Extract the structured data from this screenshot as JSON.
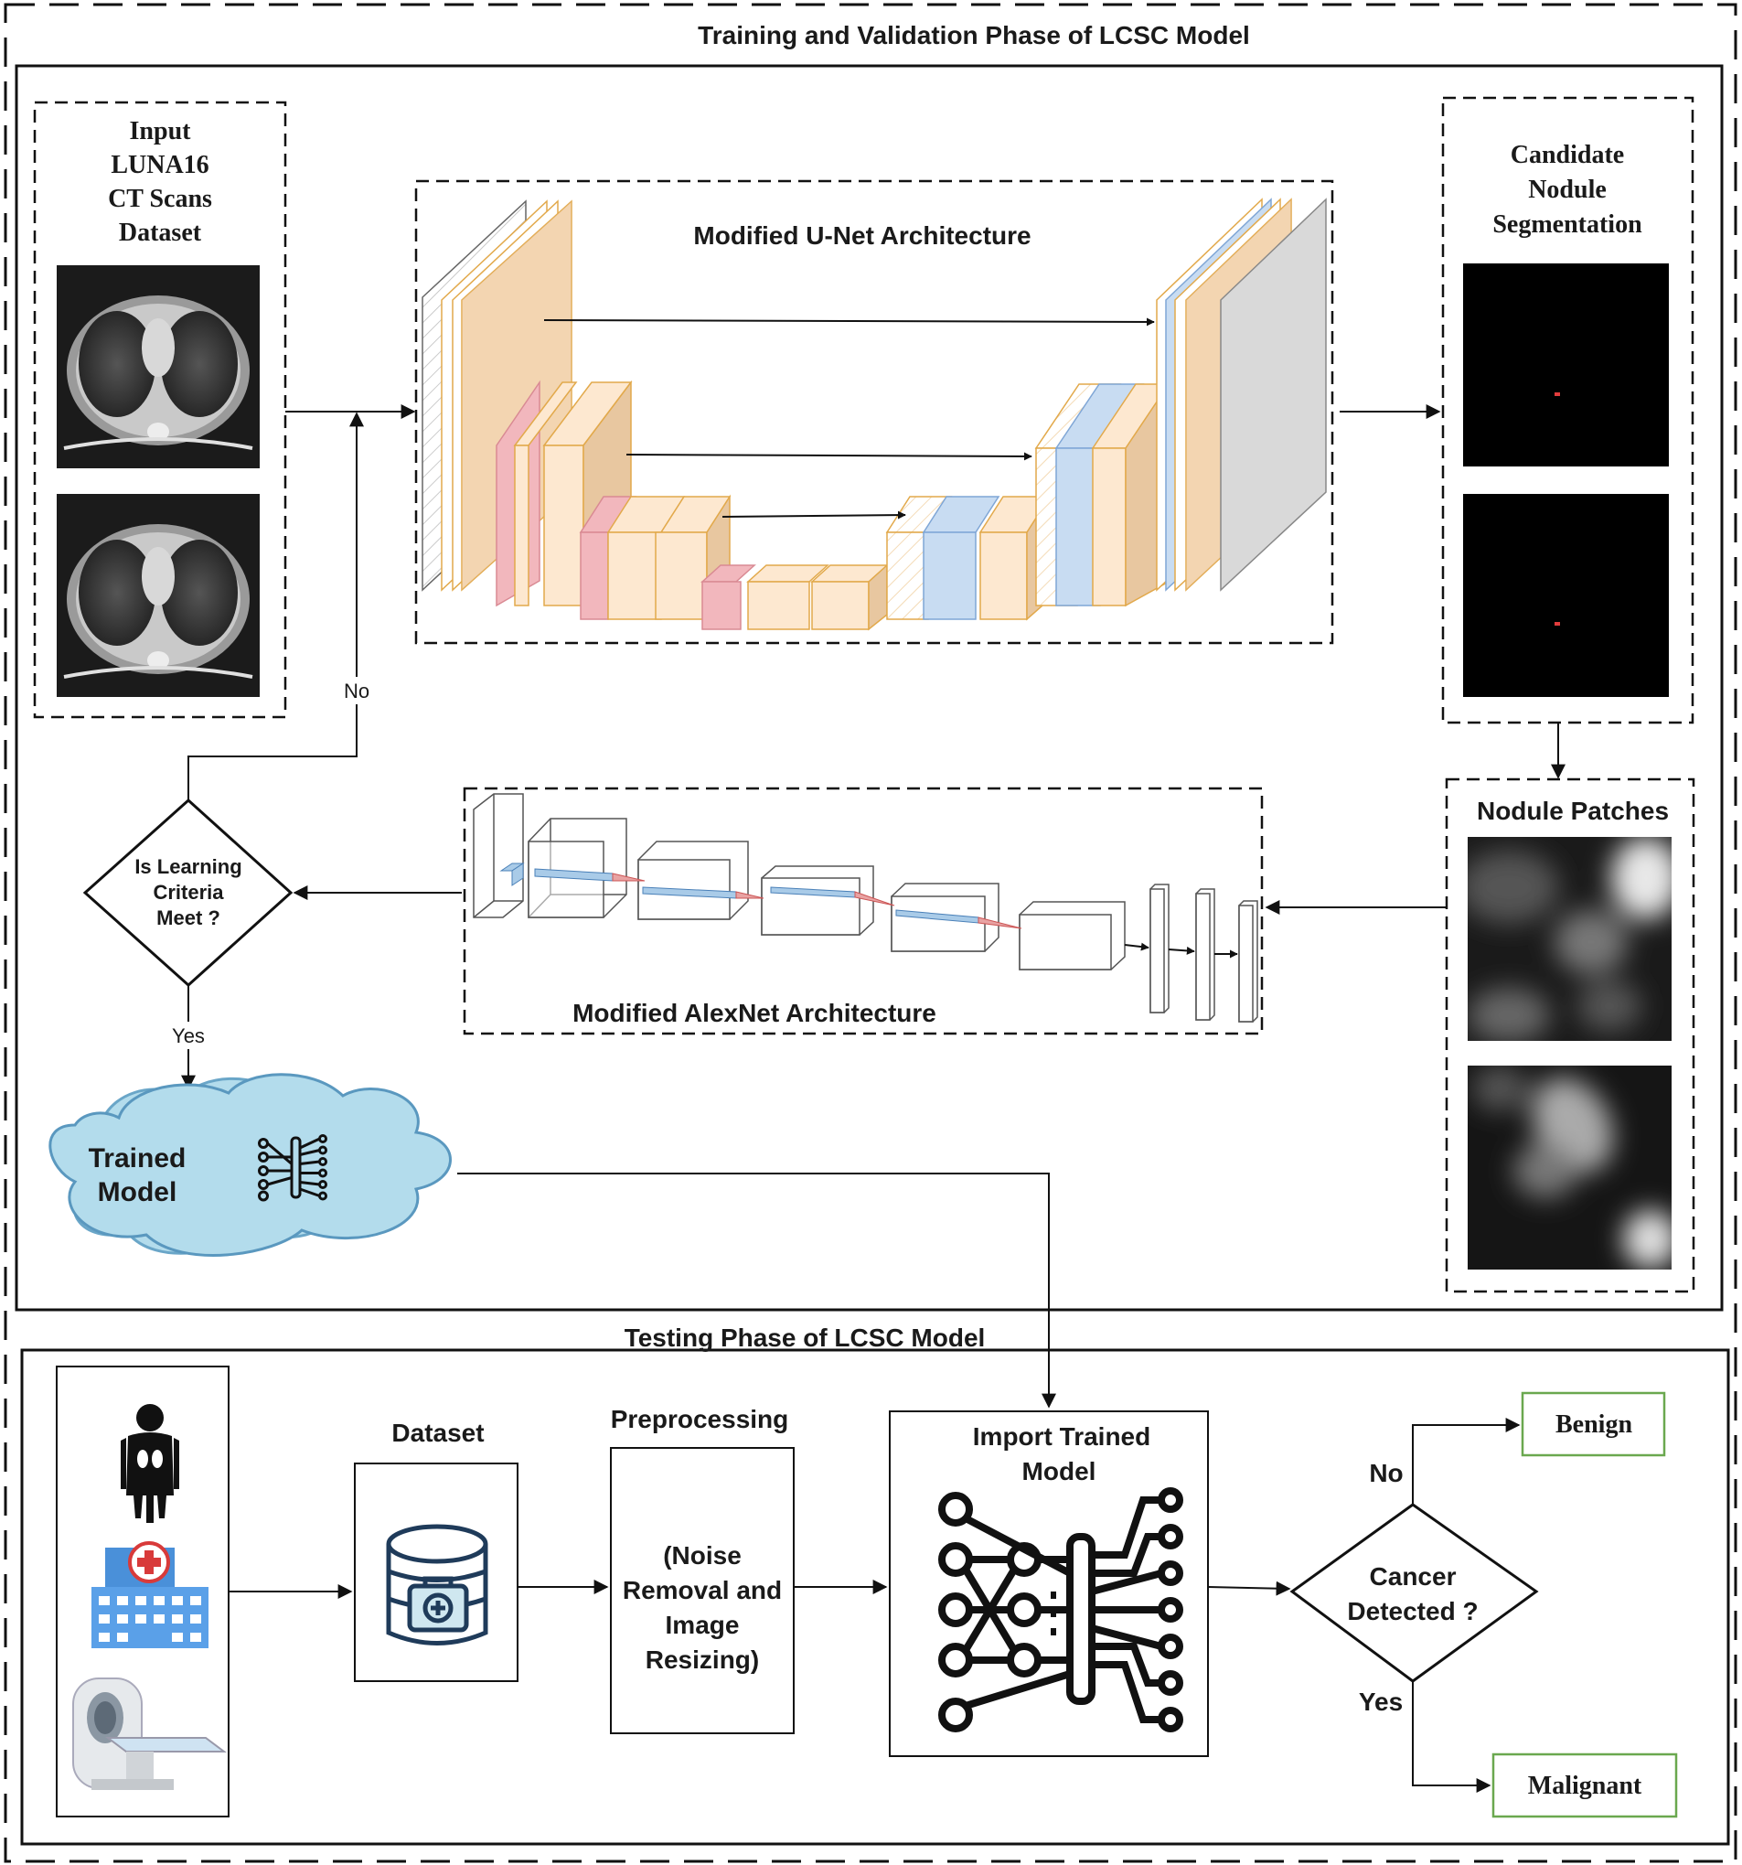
{
  "training_phase": {
    "title": "Training and Validation Phase of LCSC Model",
    "input_box": {
      "line1": "Input",
      "line2": "LUNA16",
      "line3": "CT Scans",
      "line4": "Dataset"
    },
    "unet_title": "Modified U-Net Architecture",
    "segmentation_box": {
      "line1": "Candidate",
      "line2": "Nodule",
      "line3": "Segmentation"
    },
    "patches_title": "Nodule Patches",
    "alexnet_title": "Modified AlexNet Architecture",
    "decision": {
      "line1": "Is Learning",
      "line2": "Criteria",
      "line3": "Meet ?"
    },
    "no_label": "No",
    "yes_label": "Yes",
    "cloud": {
      "line1": "Trained",
      "line2": "Model",
      "icon": "neural-circuit-icon"
    }
  },
  "testing_phase": {
    "title": "Testing Phase of LCSC Model",
    "dataset_label": "Dataset",
    "preprocessing_title": "Preprocessing",
    "preprocessing_box": {
      "line1": "(Noise",
      "line2": "Removal and",
      "line3": "Image",
      "line4": "Resizing)"
    },
    "import_box": {
      "line1": "Import Trained",
      "line2": "Model"
    },
    "decision": {
      "line1": "Cancer",
      "line2": "Detected ?"
    },
    "no_label": "No",
    "yes_label": "Yes",
    "benign": "Benign",
    "malignant": "Malignant",
    "icons": [
      "person-lungs-icon",
      "hospital-icon",
      "ct-scanner-icon",
      "database-medical-icon",
      "neural-circuit-icon"
    ]
  },
  "colors": {
    "orange_fill": "#f9ddbb",
    "orange_stroke": "#e2a94b",
    "pink_fill": "#f2b7bd",
    "blue_fill": "#c8dcf2",
    "gray_fill": "#d9d9d9",
    "cloud_fill": "#b3dcec",
    "green_box": "#6aa84f",
    "icon_blue": "#4a90d9",
    "icon_red": "#d83a3a"
  }
}
